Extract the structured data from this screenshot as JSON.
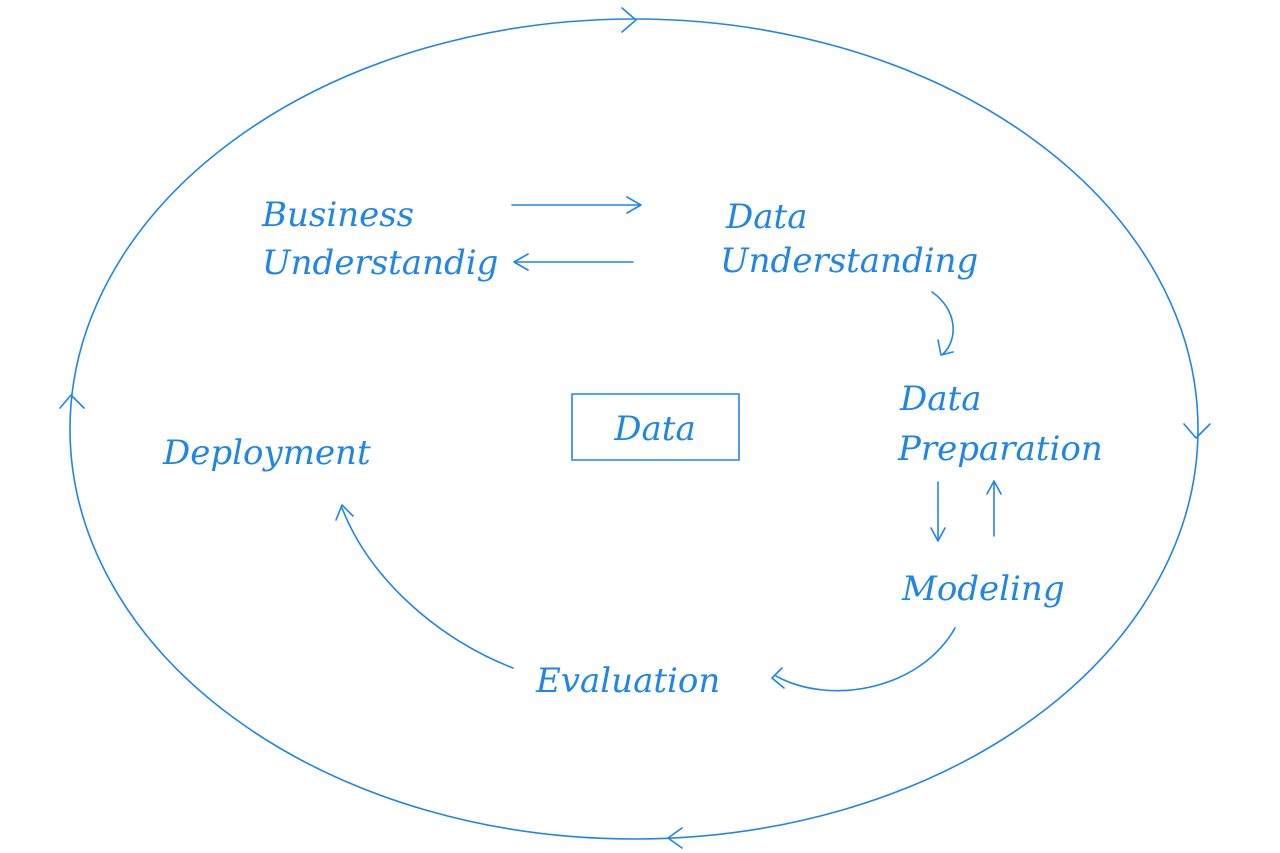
{
  "diagram": {
    "accent_color": "#1f86e6",
    "phases": {
      "business_understanding": [
        "Business",
        "Understandig"
      ],
      "data_understanding": [
        "Data",
        "Understanding"
      ],
      "data_preparation": [
        "Data",
        "Preparation"
      ],
      "modeling": "Modeling",
      "evaluation": "Evaluation",
      "deployment": "Deployment"
    },
    "center": "Data"
  }
}
